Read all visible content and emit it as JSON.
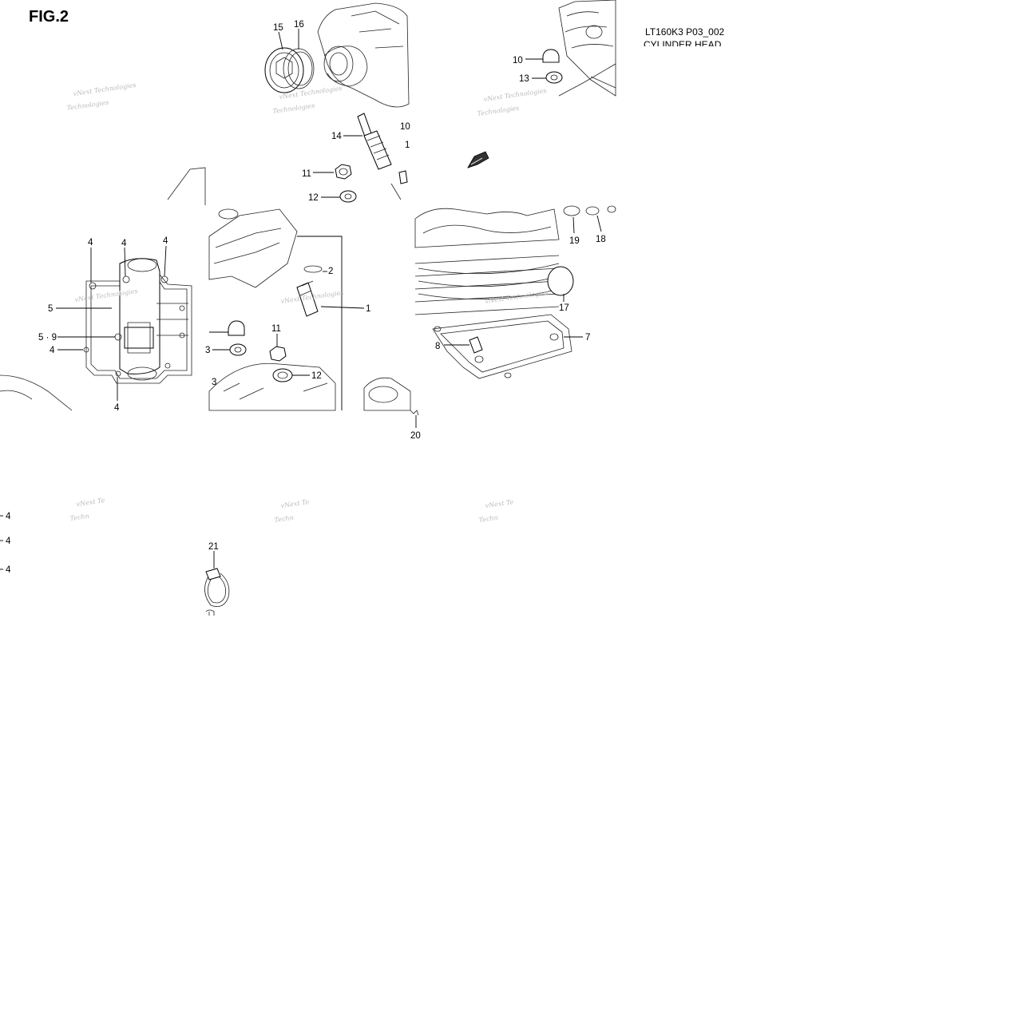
{
  "figure": {
    "title": "FIG.2",
    "code": "LT160K3 P03_002",
    "subtitle": "CYLINDER HEAD"
  },
  "watermark": {
    "line1": "vNext Technologies",
    "line2": "Technologies",
    "partial1": "vNext Te",
    "partial2": "Techn"
  },
  "callouts": [
    {
      "id": "c15",
      "label": "15"
    },
    {
      "id": "c16",
      "label": "16"
    },
    {
      "id": "c10a",
      "label": "10"
    },
    {
      "id": "c13",
      "label": "13"
    },
    {
      "id": "c14",
      "label": "14"
    },
    {
      "id": "c10b",
      "label": "10"
    },
    {
      "id": "c1x",
      "label": "1"
    },
    {
      "id": "c11a",
      "label": "11"
    },
    {
      "id": "c12a",
      "label": "12"
    },
    {
      "id": "c19",
      "label": "19"
    },
    {
      "id": "c18",
      "label": "18"
    },
    {
      "id": "c4a",
      "label": "4"
    },
    {
      "id": "c4b",
      "label": "4"
    },
    {
      "id": "c4c",
      "label": "4"
    },
    {
      "id": "c5a",
      "label": "5"
    },
    {
      "id": "c59",
      "label": "5 · 9"
    },
    {
      "id": "c4d",
      "label": "4"
    },
    {
      "id": "c4e",
      "label": "4"
    },
    {
      "id": "c2",
      "label": "2"
    },
    {
      "id": "c1",
      "label": "1"
    },
    {
      "id": "c11b",
      "label": "11"
    },
    {
      "id": "c3a",
      "label": "3"
    },
    {
      "id": "c12b",
      "label": "12"
    },
    {
      "id": "c3b",
      "label": "3"
    },
    {
      "id": "c17",
      "label": "17"
    },
    {
      "id": "c7",
      "label": "7"
    },
    {
      "id": "c8",
      "label": "8"
    },
    {
      "id": "c20",
      "label": "20"
    },
    {
      "id": "c4f",
      "label": "4"
    },
    {
      "id": "c4g",
      "label": "4"
    },
    {
      "id": "c4h",
      "label": "4"
    },
    {
      "id": "c21",
      "label": "21"
    }
  ]
}
